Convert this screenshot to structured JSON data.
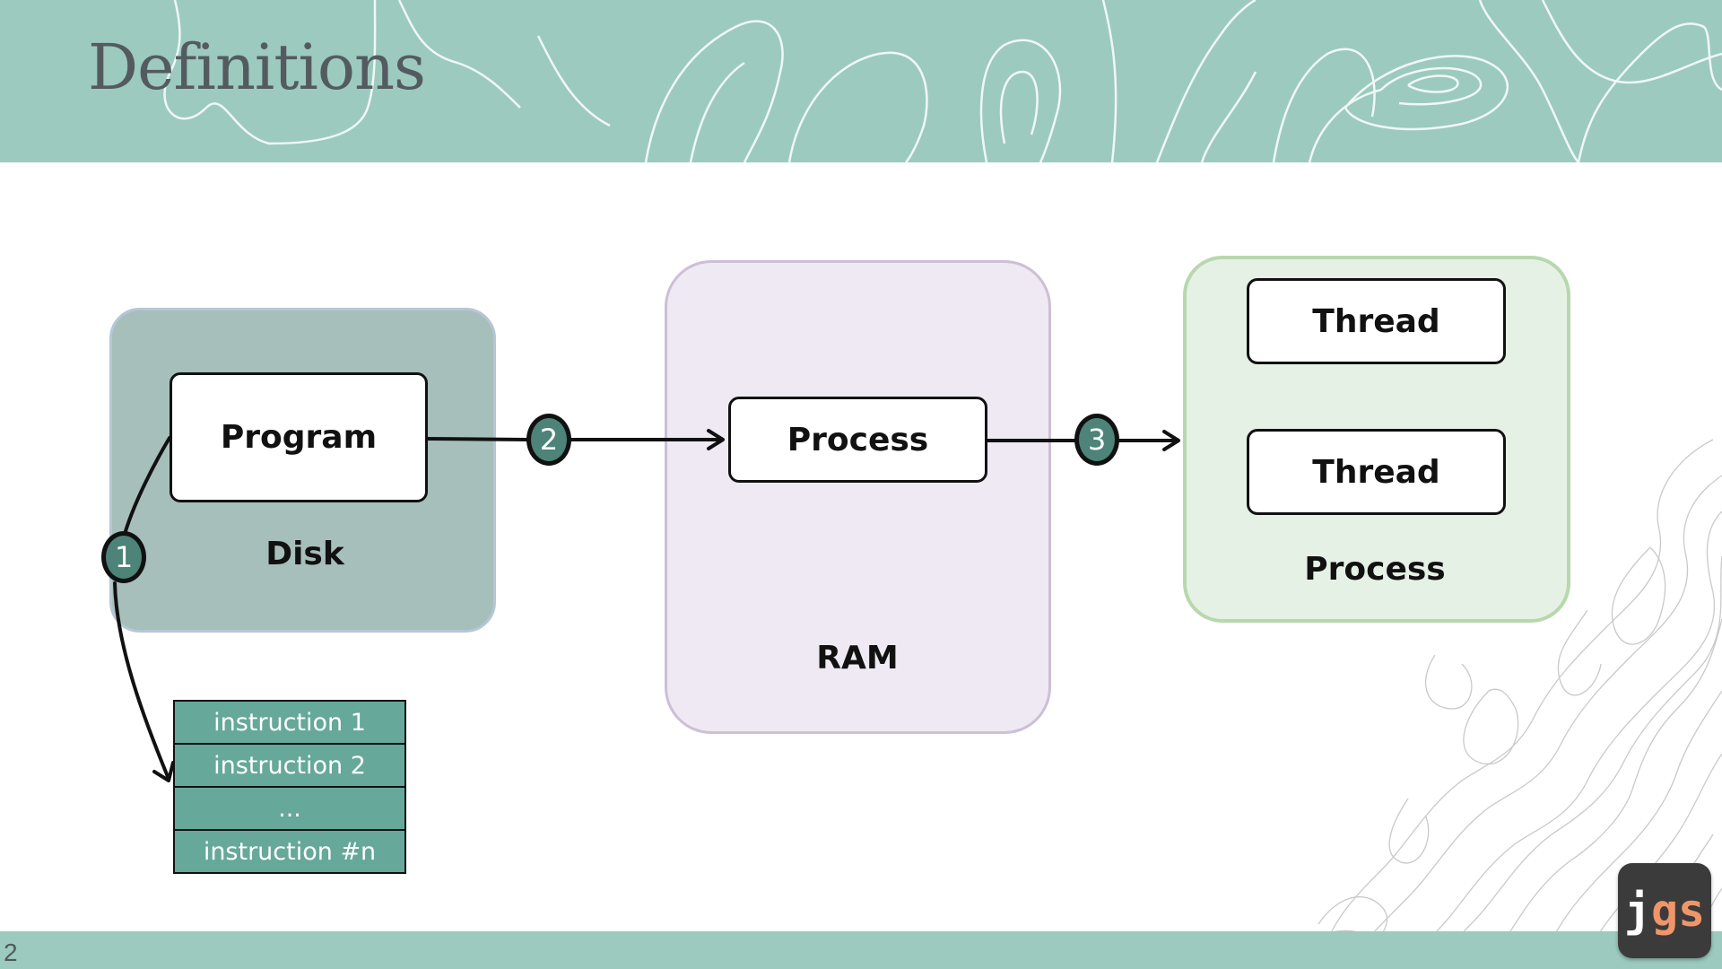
{
  "slide": {
    "title": "Definitions",
    "page_number": "2"
  },
  "diagram": {
    "disk": {
      "label": "Disk",
      "program_label": "Program"
    },
    "ram": {
      "label": "RAM",
      "process_label": "Process"
    },
    "process": {
      "label": "Process",
      "threads": [
        "Thread",
        "Thread"
      ]
    },
    "steps": [
      "1",
      "2",
      "3"
    ],
    "instructions": [
      "instruction 1",
      "instruction 2",
      "...",
      "instruction #n"
    ]
  },
  "logo": {
    "j": "j",
    "gs": "gs"
  },
  "colors": {
    "header_bg": "#9ccabf",
    "disk_bg": "#a7bfba",
    "ram_bg": "#efe9f3",
    "process_bg": "#e6f1e6",
    "badge_bg": "#4d8378",
    "instruction_bg": "#66a89a",
    "logo_accent": "#f0956a"
  }
}
